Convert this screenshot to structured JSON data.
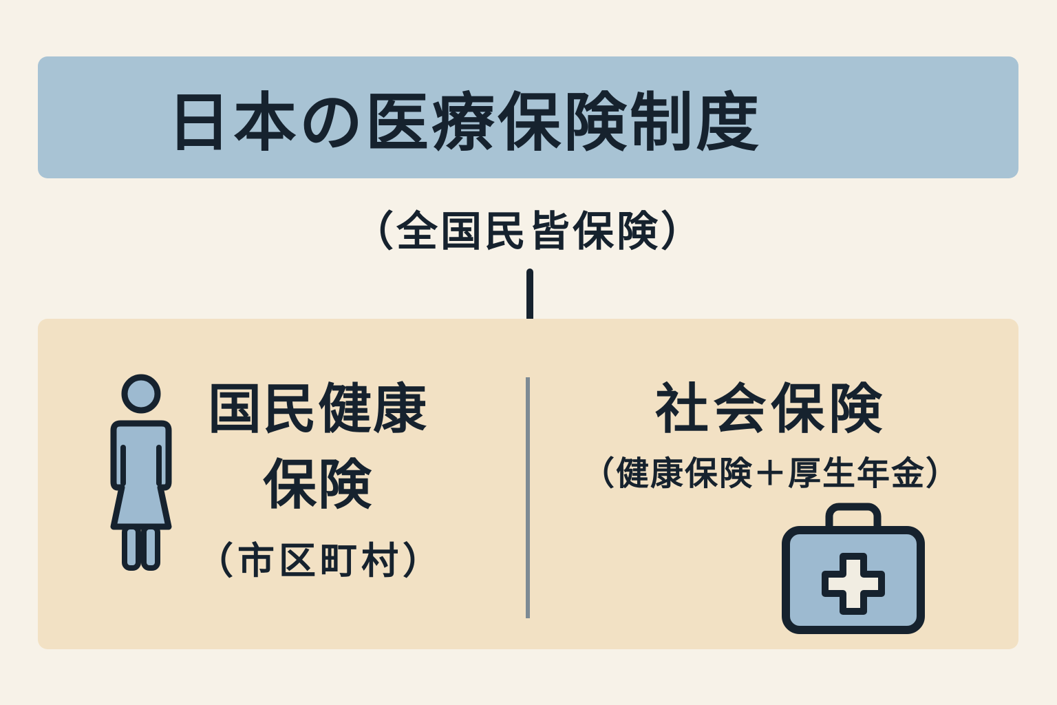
{
  "header": {
    "title": "日本の医療保険制度",
    "subtitle": "（全国民皆保険）"
  },
  "left_branch": {
    "title_line1": "国民健康",
    "title_line2": "保険",
    "subtitle": "（市区町村）",
    "icon": "person-icon"
  },
  "right_branch": {
    "title": "社会保険",
    "subtitle": "（健康保険＋厚生年金）",
    "icon": "medical-kit-icon"
  },
  "colors": {
    "background": "#f7f2e8",
    "title_box": "#a8c3d4",
    "panel": "#f2e1c4",
    "text": "#16222e",
    "divider": "#7d8a94",
    "icon_fill": "#9dbad0"
  }
}
